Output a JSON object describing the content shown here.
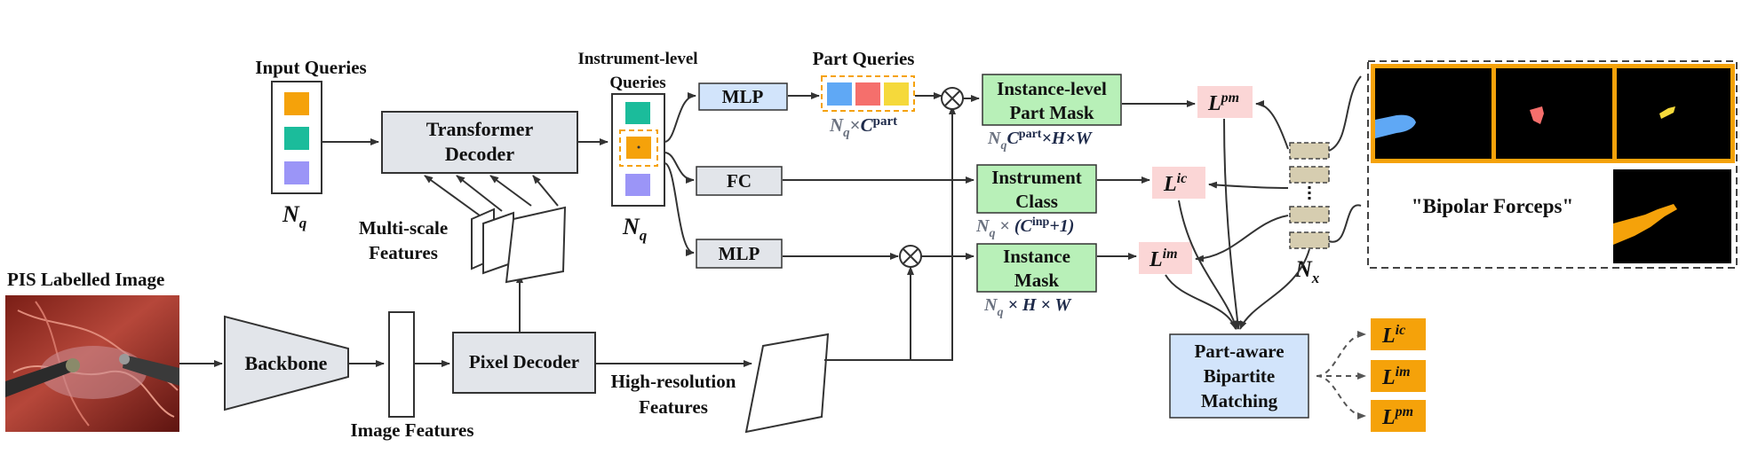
{
  "title_pis": "PIS Labelled Image",
  "backbone": "Backbone",
  "image_features": "Image Features",
  "pixel_decoder": "Pixel Decoder",
  "high_res": [
    "High-resolution",
    "Features"
  ],
  "multi_scale": [
    "Multi-scale",
    "Features"
  ],
  "input_queries": "Input Queries",
  "transformer_decoder": [
    "Transformer",
    "Decoder"
  ],
  "nq": "N",
  "nq_sub": "q",
  "instrument_queries": [
    "Instrument-level",
    "Queries"
  ],
  "part_queries": "Part Queries",
  "mlp_label": "MLP",
  "fc_label": "FC",
  "part_mask": [
    "Instance-level",
    "Part Mask"
  ],
  "part_mask_dims": {
    "n": "N",
    "sub": "q",
    "c": "C",
    "sup": "part",
    "rest": "×H×W"
  },
  "part_query_dims": {
    "n": "N",
    "sub": "q",
    "x": "×",
    "c": "C",
    "sup": "part"
  },
  "instrument_class": [
    "Instrument",
    "Class"
  ],
  "class_dims": {
    "n": "N",
    "sub": "q",
    "x": " × ",
    "open": "(C",
    "sup": "inp",
    "close": "+1)"
  },
  "instance_mask": [
    "Instance",
    "Mask"
  ],
  "mask_dims": {
    "n": "N",
    "sub": "q",
    "rest": " × H × W"
  },
  "loss_L": "L",
  "loss_pm": "pm",
  "loss_ic": "ic",
  "loss_im": "im",
  "nx": "N",
  "nx_sub": "x",
  "matching": [
    "Part-aware",
    "Bipartite",
    "Matching"
  ],
  "gt_label": "\"Bipolar Forceps\"",
  "colors": {
    "query_orange": "#f5a20a",
    "query_teal": "#1bbc9b",
    "query_purple": "#9b95f7",
    "part_blue": "#5fa8f5",
    "part_red": "#f56f6c",
    "part_yellow": "#f5d93b",
    "gray_box": "#e2e5ea",
    "blue_box": "#d2e4fb",
    "green_box": "#b8f0b8",
    "pink_box": "#fbd6d6",
    "orange_loss": "#f5a20a",
    "gt_tan": "#d6cdb0"
  }
}
